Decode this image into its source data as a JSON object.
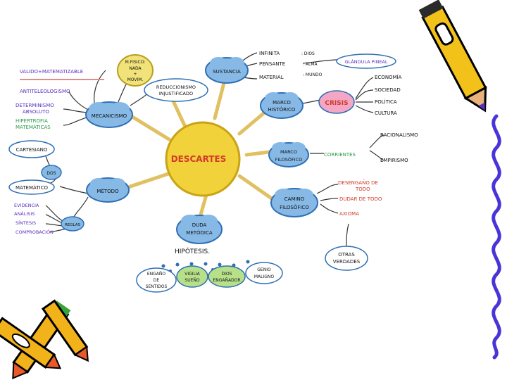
{
  "center": "DESCARTES",
  "mecanicismo": {
    "label": "MECANICISMO",
    "items": [
      "VALIDO+MATEMATIZABLE",
      "ANTITELEOLOGISMO",
      "DETERMINISMO",
      "ABSOLUTO",
      "HIPERTROFIA",
      "MATEMÁTICAS"
    ],
    "fisico": [
      "M.FISICO:",
      "NADA",
      "+",
      "MOVIM."
    ]
  },
  "reduccionismo": [
    "REDUCCIONISMO",
    "INJUSTIFICADO"
  ],
  "sustancia": {
    "label": "SUSTANCIA",
    "items": [
      "INFINITA",
      "PENSANTE",
      "MATERIAL"
    ],
    "values": [
      ": DIOS",
      ": ALMA",
      ": MUNDO"
    ],
    "glandula": "GLÁNDULA PINEAL"
  },
  "marco": {
    "label": [
      "MARCO",
      "HISTÓRICO"
    ],
    "crisis": "CRISIS",
    "items": [
      "ECONOMÍA",
      "SOCIEDAD",
      "POLÍTICA",
      "CULTURA"
    ]
  },
  "marco_filosofico": {
    "label": [
      "MARCO",
      "FILOSÓFICO"
    ],
    "corrientes": "CORRIENTES",
    "items": [
      "RACIONALISMO",
      "EMPIRISMO"
    ]
  },
  "camino": {
    "label": [
      "CAMINO",
      "FILOSÓFICO"
    ],
    "items": [
      "DESENGAÑO DE",
      "TODO",
      "DUDAR DE TODO",
      "AXIOMA"
    ],
    "otras": [
      "OTRAS",
      "VERDADES"
    ]
  },
  "metodo": {
    "label": "MÉTODO",
    "cartesiano": "CARTESIANO",
    "dos": "DOS",
    "matematico": "MATEMÁTICO",
    "reglas": "REGLAS",
    "items": [
      "EVIDENCIA",
      "ANÁLISIS",
      "SÍNTESIS",
      "COMPROBACIÓN"
    ]
  },
  "duda": {
    "label": [
      "DUDA",
      "METÓDICA"
    ],
    "hipotesis": "HIPÓTESIS.",
    "items": [
      [
        "ENGAÑO",
        "DE",
        "SENTIDOS"
      ],
      [
        "VIGILIA",
        "SUEÑO"
      ],
      [
        "DIOS",
        "ENGAÑADOR"
      ],
      [
        "GENIO",
        "MALIGNO"
      ]
    ]
  },
  "colors": {
    "sun": "#f2d23a",
    "sun_edge": "#c9a315",
    "rays": "#e8c860",
    "cloud": "#86b9e6",
    "cloud_edge": "#2f6fb3",
    "cloud_green": "#b7e08a",
    "cloud_yellow": "#f2e27a",
    "pink": "#f3a7c4",
    "red_text": "#d23a2a",
    "purple": "#5a2fc0"
  },
  "icons": [
    "pencil-icon",
    "crayon-icon",
    "squiggle-icon"
  ]
}
